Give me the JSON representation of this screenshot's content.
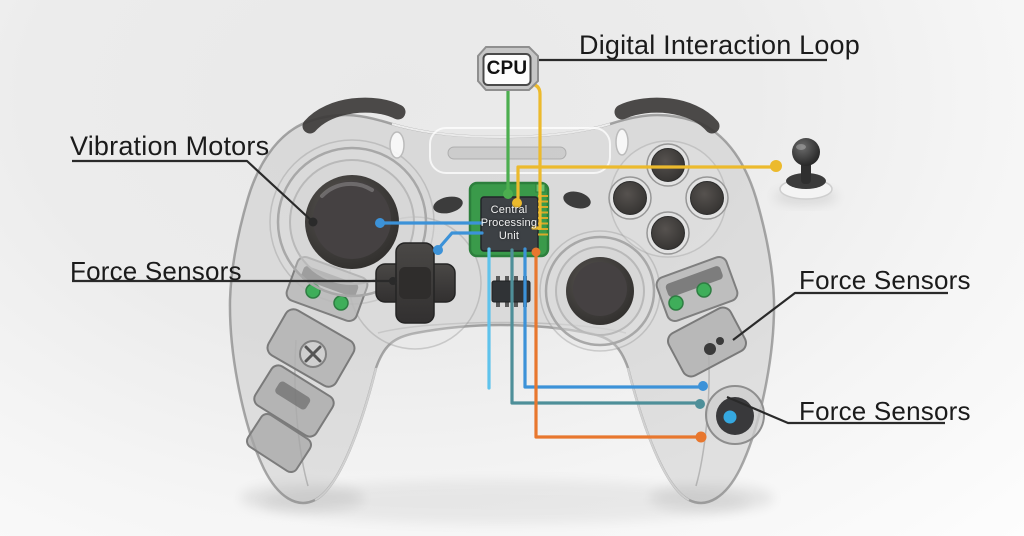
{
  "diagram": {
    "annotations": {
      "digital_interaction_loop": "Digital Interaction Loop",
      "vibration_motors": "Vibration Motors",
      "force_sensors_left": "Force Sensors",
      "force_sensors_right_top": "Force Sensors",
      "force_sensors_right_bottom": "Force Sensors"
    },
    "cpu_box": "CPU",
    "chip": {
      "line1": "Central",
      "line2": "Processing",
      "line3": "Unit"
    },
    "colors": {
      "wire_green": "#4cae4f",
      "wire_yellow": "#ecba2d",
      "wire_orange": "#e8772e",
      "wire_blue": "#3c92d8",
      "wire_light_blue": "#5fc3ec",
      "wire_teal": "#4e8f99",
      "leader_line": "#2a2a2a",
      "pcb_green": "#3a9a4a",
      "sensor_dot_green": "#3fae5a",
      "speaker_dot_blue": "#35a8e0",
      "background": "#ebebeb"
    }
  }
}
